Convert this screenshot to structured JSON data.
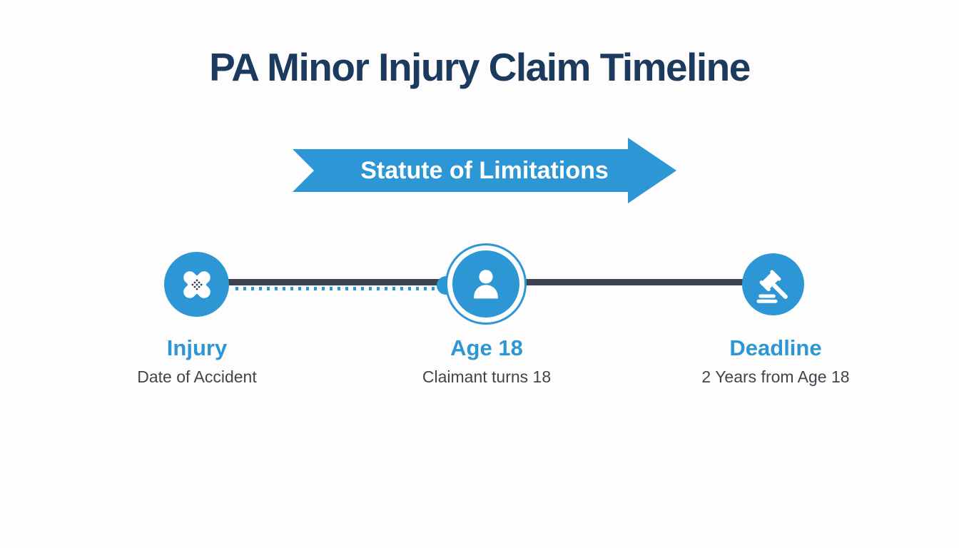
{
  "page": {
    "title": "PA Minor Injury Claim Timeline"
  },
  "banner": {
    "label": "Statute of Limitations"
  },
  "colors": {
    "accent_blue": "#2D96D4",
    "title_navy": "#1C3A5E",
    "connector_dark": "#3C434E",
    "subtext_gray": "#3E454C",
    "icon_white": "#FFFFFF"
  },
  "timeline": {
    "events": [
      {
        "icon": "bandage-icon",
        "label": "Injury",
        "sublabel": "Date of Accident"
      },
      {
        "icon": "person-icon",
        "label": "Age 18",
        "sublabel": "Claimant turns 18"
      },
      {
        "icon": "gavel-icon",
        "label": "Deadline",
        "sublabel": "2 Years from Age 18"
      }
    ],
    "segments": [
      {
        "from": "Injury",
        "to": "Age 18",
        "style": "dark-bar-with-blue-ticks"
      },
      {
        "from": "Age 18",
        "to": "Deadline",
        "style": "dark-bar-solid"
      }
    ]
  }
}
